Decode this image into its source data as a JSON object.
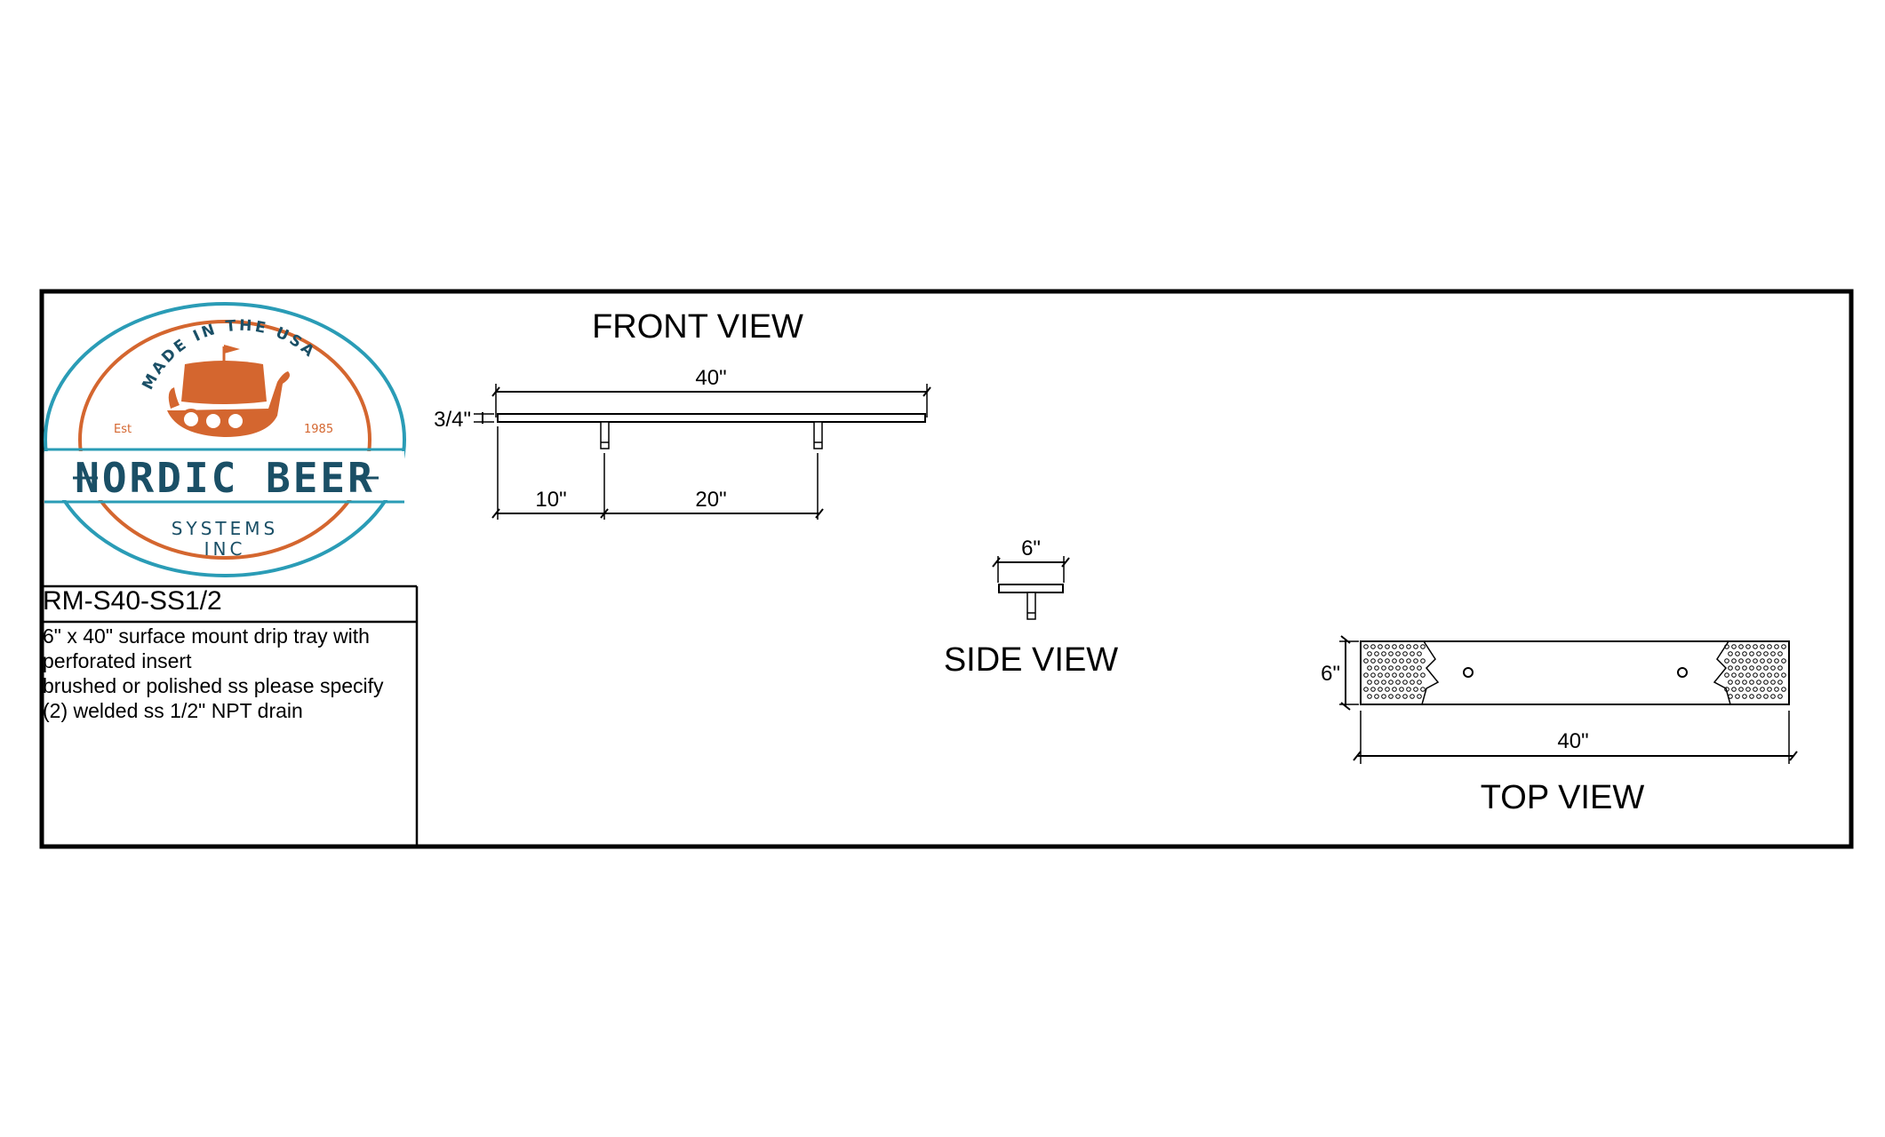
{
  "logo": {
    "arc_text": "MADE IN THE USA",
    "est_left": "Est",
    "est_right": "1985",
    "brand": "NORDIC BEER",
    "line2": "SYSTEMS",
    "line3": "INC",
    "ring_color": "#2a9cb6",
    "ship_color": "#d4662f",
    "brand_color": "#1a4f66"
  },
  "info": {
    "part_number": "RM-S40-SS1/2",
    "lines": [
      "6\" x 40\" surface mount drip tray with",
      "perforated insert",
      "brushed or polished ss please specify",
      "(2) welded ss 1/2\" NPT drain"
    ]
  },
  "front_view": {
    "title": "FRONT VIEW",
    "dim_length": "40\"",
    "dim_height": "3/4\"",
    "dim_first_drain": "10\"",
    "dim_drain_spacing": "20\""
  },
  "side_view": {
    "title": "SIDE VIEW",
    "dim_width": "6\""
  },
  "top_view": {
    "title": "TOP VIEW",
    "dim_width": "6\"",
    "dim_length": "40\""
  }
}
